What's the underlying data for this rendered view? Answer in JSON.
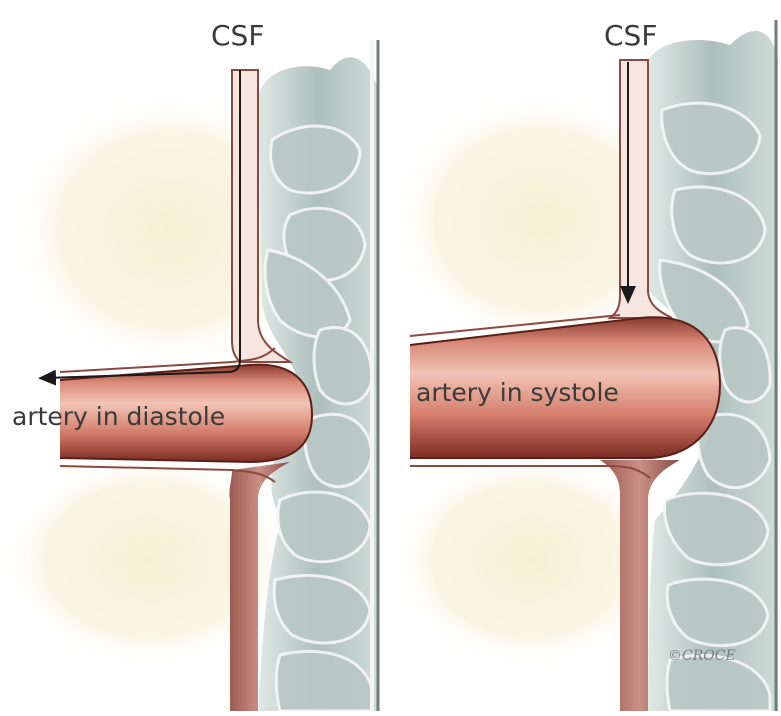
{
  "panels": {
    "left": {
      "csf_label": "CSF",
      "artery_label": "artery in diastole"
    },
    "right": {
      "csf_label": "CSF",
      "artery_label": "artery in systole"
    }
  },
  "signature": "©CROCE",
  "colors": {
    "tissue_glow": "#f6efd3",
    "artery_fill": "#d9877a",
    "artery_highlight": "#f1c3b4",
    "artery_edge": "#7a2b22",
    "vessel_wall": "#e9f1ef",
    "vessel_tissue": "#aab9b5",
    "arrow": "#1a1a1a"
  }
}
